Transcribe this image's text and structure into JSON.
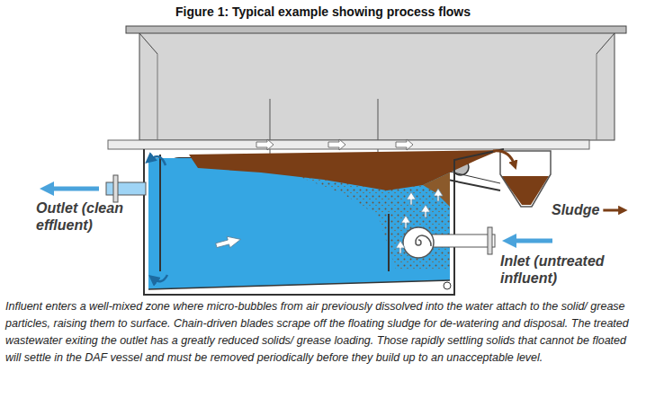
{
  "diagram": {
    "title": "Figure 1: Typical example showing process flows",
    "caption": "Influent enters a well-mixed zone where micro-bubbles from air previously dissolved into the water attach to the solid/ grease particles, raising them to surface. Chain-driven blades scrape off the floating sludge for de-watering and disposal. The treated wastewater exiting the outlet has a greatly reduced solids/ grease loading. Those rapidly settling solids that cannot be floated will settle in the DAF vessel and must be removed periodically before they build up to an unacceptable level.",
    "labels": [
      "Outlet (clean effluent)",
      "Sludge",
      "Inlet (untreated influent)"
    ]
  }
}
